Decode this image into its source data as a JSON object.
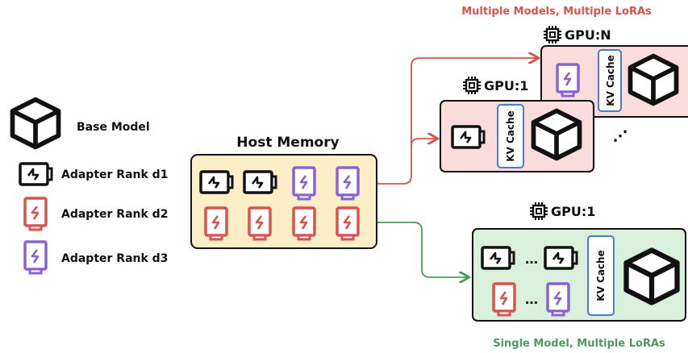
{
  "legend": {
    "base_model": "Base Model",
    "adapter_d1": "Adapter Rank d1",
    "adapter_d2": "Adapter Rank d2",
    "adapter_d3": "Adapter Rank d3"
  },
  "host": {
    "title": "Host Memory"
  },
  "gpus": {
    "gpu_n_label": "GPU:N",
    "gpu_1_label": "GPU:1",
    "gpu_single_label": "GPU:1",
    "kv_cache": "KV Cache"
  },
  "captions": {
    "multi": "Multiple Models, Multiple LoRAs",
    "single": "Single Model, Multiple LoRAs"
  },
  "ellipsis": "…",
  "vdots": "⋰",
  "colors": {
    "black": "#111111",
    "red": "#d9534f",
    "purple": "#8a63d2",
    "green": "#4e9a5d",
    "blue_border": "#4a7bd0",
    "host_fill": "#fcefc8",
    "multi_fill": "#fbdcdc",
    "single_fill": "#d9f0dc"
  }
}
